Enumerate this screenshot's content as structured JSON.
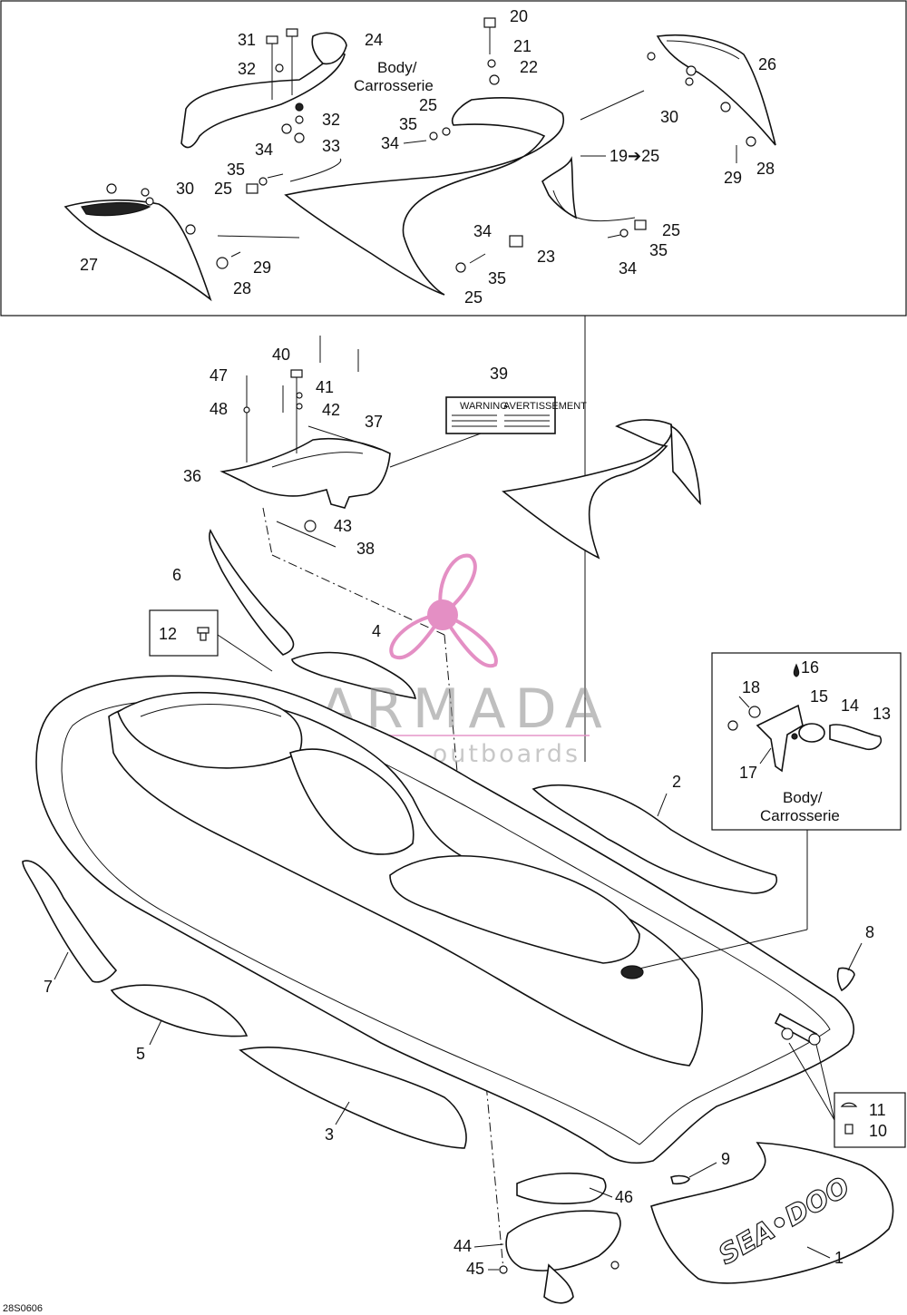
{
  "diagram": {
    "figure_code": "28S0606",
    "body_label": [
      "Body/",
      "Carrosserie"
    ],
    "watermark": {
      "title": "ARMADA",
      "subtitle": "marine outboards",
      "accent_color": "#e48fc4"
    },
    "warning_decal": {
      "left_title": "WARNING",
      "right_title": "AVERTISSEMENT"
    },
    "hull_logo": "SEA•DOO",
    "callouts": {
      "c1": "1",
      "c2": "2",
      "c3": "3",
      "c4": "4",
      "c5": "5",
      "c6": "6",
      "c7": "7",
      "c8": "8",
      "c9": "9",
      "c10": "10",
      "c11": "11",
      "c12": "12",
      "c13": "13",
      "c14": "14",
      "c15": "15",
      "c16": "16",
      "c17": "17",
      "c18": "18",
      "c19_25": "19➔25",
      "c20": "20",
      "c21": "21",
      "c22": "22",
      "c23": "23",
      "c24": "24",
      "c25": "25",
      "c26": "26",
      "c27": "27",
      "c28": "28",
      "c29": "29",
      "c30": "30",
      "c31": "31",
      "c32": "32",
      "c33": "33",
      "c34": "34",
      "c35": "35",
      "c36": "36",
      "c37": "37",
      "c38": "38",
      "c39": "39",
      "c40": "40",
      "c41": "41",
      "c42": "42",
      "c43": "43",
      "c44": "44",
      "c45": "45",
      "c46": "46",
      "c47": "47",
      "c48": "48"
    }
  }
}
